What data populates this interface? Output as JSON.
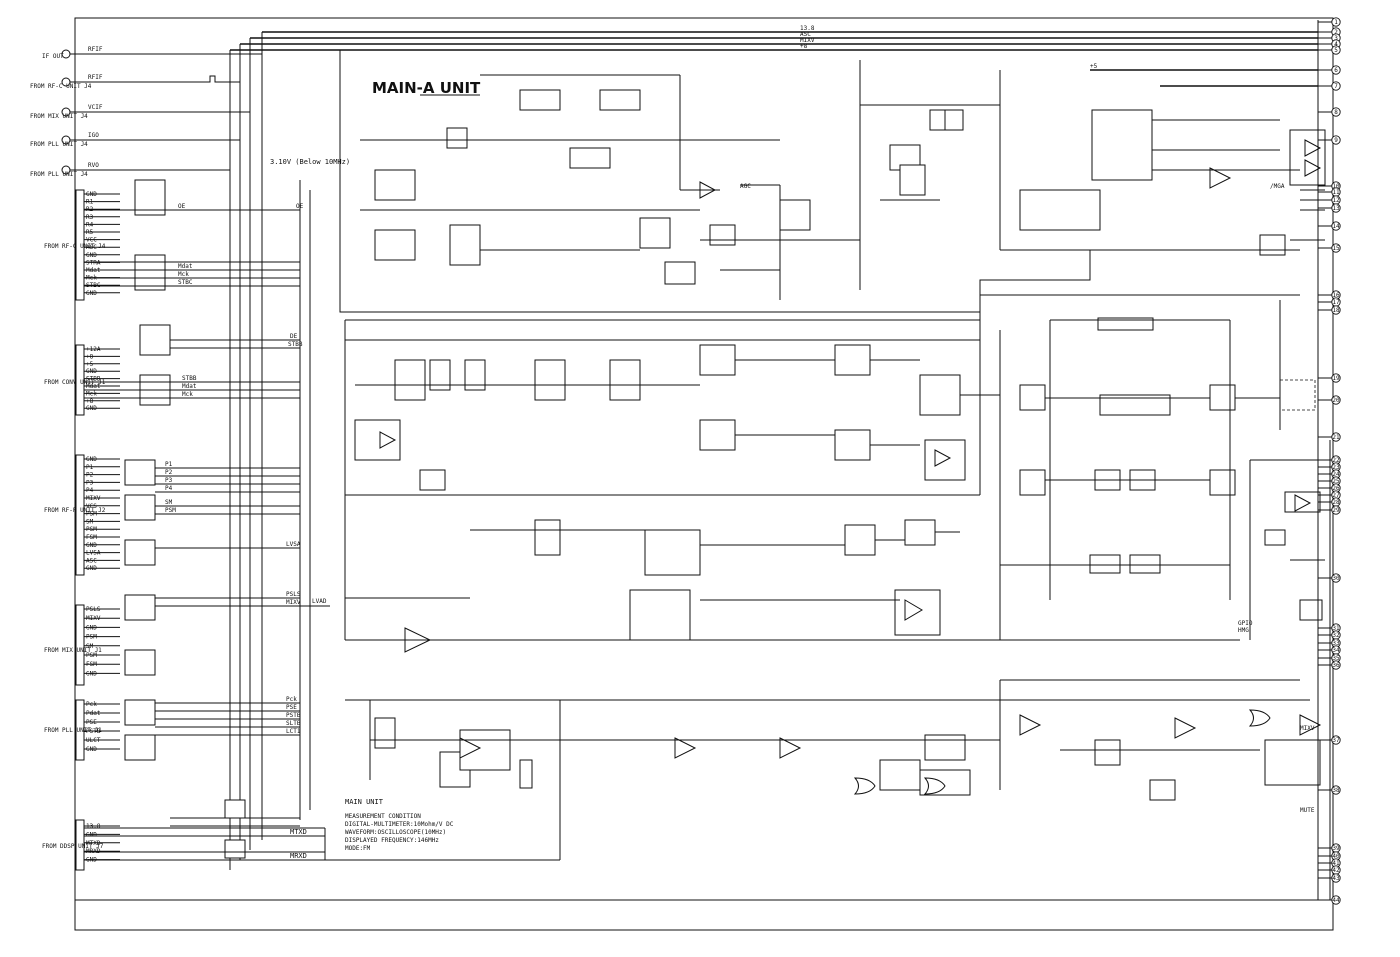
{
  "titles": {
    "unit": "MAIN-A UNIT",
    "lower": "MAIN UNIT",
    "measurement": [
      "MEASUREMENT CONDITION",
      "DIGITAL-MULTIMETER:10Mohm/V DC",
      "WAVEFORM:OSCILLOSCOPE(10MHz)",
      "DISPLAYED FREQUENCY:146MHz",
      "MODE:FM"
    ]
  },
  "connectors": [
    {
      "id": "J17",
      "label": "IF OUT",
      "pins": [
        "RFIF"
      ]
    },
    {
      "id": "J4",
      "label": "FROM RF-C UNIT J4",
      "pins": [
        "RFIF"
      ]
    },
    {
      "id": "J4b",
      "label": "FROM MIX UNIT J4",
      "pins": [
        "VCIF"
      ]
    },
    {
      "id": "J4c",
      "label": "FROM PLL UNIT J4",
      "pins": [
        "IGO"
      ]
    },
    {
      "id": "J4d",
      "label": "FROM PLL UNIT J4",
      "pins": [
        "RVO"
      ]
    },
    {
      "id": "J3",
      "label": "FROM RF-C UNIT J4",
      "pins": [
        "GND",
        "R1",
        "R2",
        "R3",
        "R4",
        "R5",
        "VCC",
        "ASC",
        "GND",
        "STRA",
        "Mdat",
        "Mck",
        "STBC",
        "GND"
      ]
    },
    {
      "id": "J5",
      "label": "FROM CONV UNIT J1",
      "pins": [
        "+12A",
        "+8",
        "+5",
        "GND",
        "STBB",
        "Mdat",
        "Mck",
        "+8",
        "GND"
      ]
    },
    {
      "id": "J2",
      "label": "FROM RF-P UNIT J2",
      "pins": [
        "GND",
        "P1",
        "P2",
        "P3",
        "P4",
        "MIXV",
        "VCS",
        "PSM",
        "SM",
        "PSM",
        "FSM",
        "GND",
        "LVSA",
        "ASC",
        "GND"
      ]
    },
    {
      "id": "J8",
      "label": "FROM MIX UNIT J1",
      "pins": [
        "PSLS",
        "MIXV",
        "GND",
        "PSM",
        "SM",
        "PSM",
        "FSM",
        "GND"
      ]
    },
    {
      "id": "J1",
      "label": "FROM PLL UNIT J1",
      "pins": [
        "Pck",
        "Pdat",
        "PSE",
        "PSTB",
        "ULCT",
        "GND"
      ]
    },
    {
      "id": "J10",
      "label": "FROM DDSP UNIT J7",
      "pins": [
        "13.8",
        "GND",
        "MTXD",
        "MRXD",
        "GND"
      ]
    }
  ],
  "rails": [
    "13.8",
    "ASC",
    "MIXV",
    "+8",
    "+5"
  ],
  "signals": [
    "OE",
    "OE",
    "Mdat",
    "Mck",
    "STBC",
    "DE",
    "STBB",
    "STBB",
    "Mdat",
    "Mck",
    "P1",
    "P2",
    "P3",
    "P4",
    "SM",
    "PSM",
    "LVSA",
    "PSLS",
    "MIXV",
    "LVAD",
    "Pck",
    "PSE",
    "PSTB",
    "SLTB",
    "LCT1",
    "MTXD",
    "MRXD",
    "3.10V (Below 10MHz)",
    "AGC",
    "MIXV",
    "MUTE",
    "GPIO",
    "HMG",
    "/MGA"
  ],
  "icons": {
    "connector": "connector-circle-icon",
    "ground": "ground-icon",
    "terminal": "numbered-terminal-icon"
  },
  "terminals": [
    "1",
    "2",
    "3",
    "4",
    "5",
    "6",
    "7",
    "8",
    "9",
    "10",
    "11",
    "12",
    "13",
    "14",
    "15",
    "16",
    "17",
    "18",
    "19",
    "20",
    "21",
    "22",
    "23",
    "24",
    "25",
    "26",
    "27",
    "28",
    "29",
    "30",
    "31",
    "32",
    "33",
    "34",
    "35",
    "36",
    "37",
    "38",
    "39",
    "40",
    "41",
    "42",
    "43",
    "44"
  ]
}
